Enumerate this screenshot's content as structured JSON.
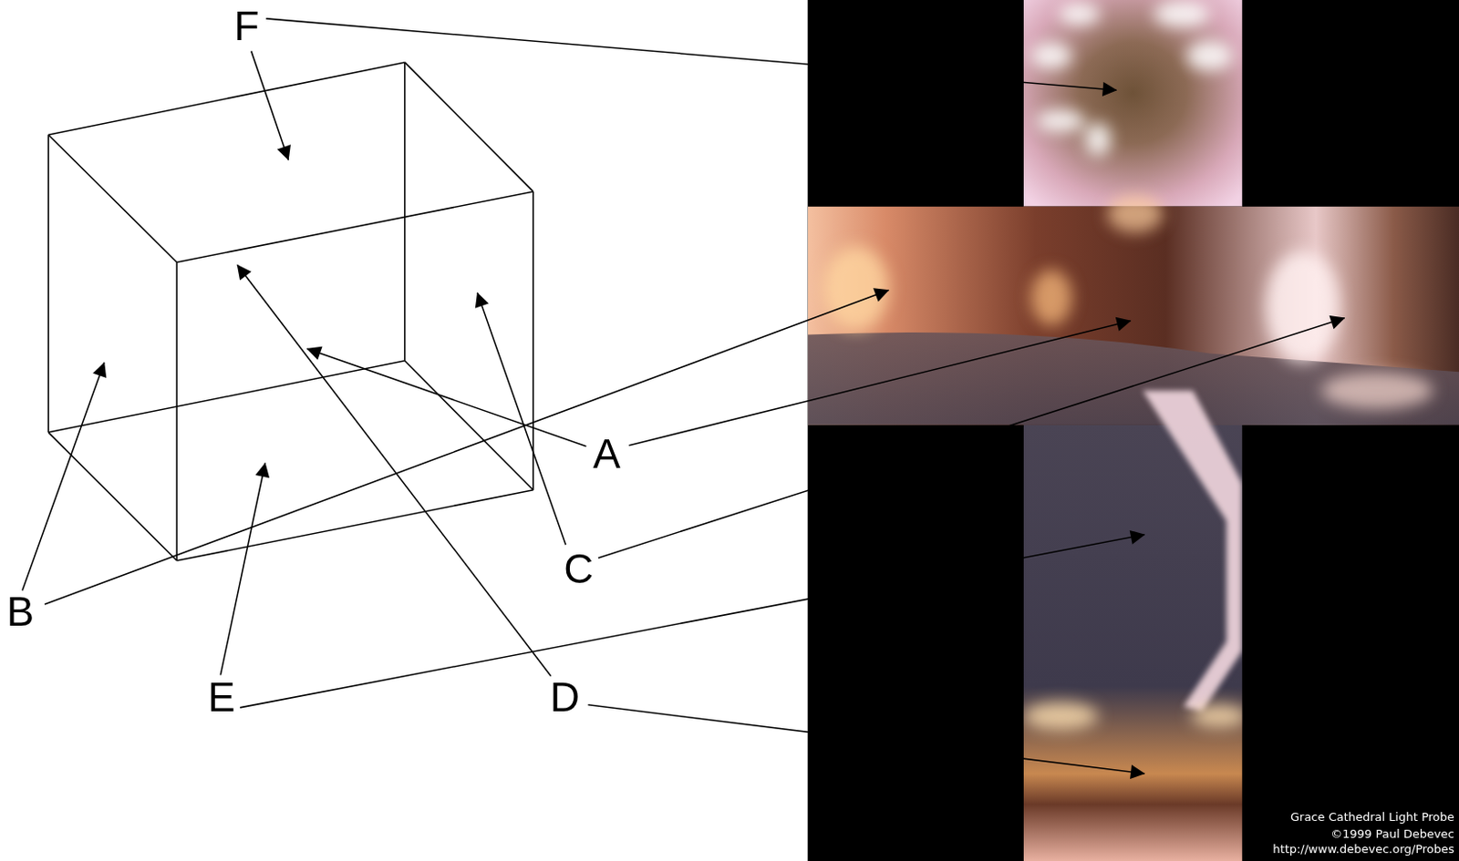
{
  "diagram": {
    "labels": [
      "F",
      "A",
      "C",
      "B",
      "E",
      "D",
      "Grace Cathedral Light Probe",
      "©1999 Paul Debevec",
      "http://www.debevec.org/Probes"
    ]
  }
}
